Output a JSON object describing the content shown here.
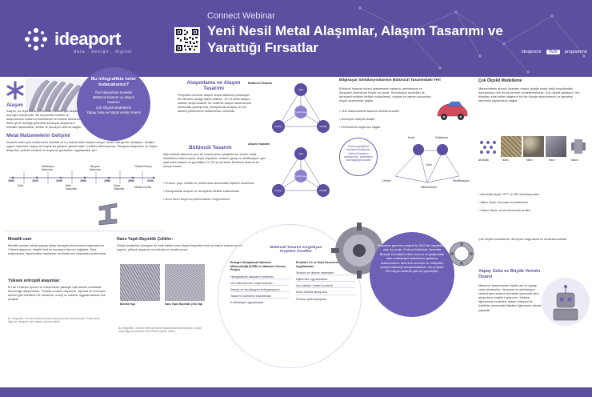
{
  "header": {
    "kicker": "Connect Webinar",
    "title": "Yeni Nesil Metal Alaşımlar, Alaşım Tasarımı ve Yarattığı Fırsatlar",
    "logo_text": "ideaport",
    "logo_sub": "data . design . digital",
    "brand_left": "ideaport.tr",
    "brand_badge": "TÜV",
    "brand_right": "programme"
  },
  "intro": {
    "title": "Alaşım",
    "text": "Alaşım, iki veya daha çok metalin birbirleriyle oluşan homojen karışımıdır. Bu karışımlar metalin ve alaşımlarının kullanım özelliklerini ve fiziksel farklarını daha iyi bir özelliğe getirmek amacıyla oluşturulur; metaller dayanıklılık, sertlik ve korozyon direnci sağlar."
  },
  "history": {
    "title": "Metal Malzemelerin Gelişimi",
    "text": "İnsanlık tarihi yeni malzemeler tarihidir ve bu malzemeleri büyük barışın neden olduğu bir dönüşüm. Gelişim uygun malzeme arayışı ile büyük bir gelişme göstermiştir; Çelikten alüminyuma, Titanyum alaşımları ve Süper alaşımlar, yüksek sıcaklık ve dayanım gerektiren uygulamalar için.",
    "years": [
      "1900",
      "1920",
      "1940",
      "1960",
      "1980",
      "2000",
      "2020"
    ],
    "events": [
      "Çelik",
      "Alüminyum Alaşımları",
      "Nikel Alaşımları",
      "Titanyum Alaşımları",
      "Süper Alaşımlar",
      "Yüksek Entropi",
      "Metalik Camlar"
    ]
  },
  "bubble": {
    "title": "Bu infografikte neler bulacaksınız?",
    "items": [
      "Özel alaşımlara örnekler",
      "Bütüncül tasarım ve alaşım tasarımı",
      "Çok Ölçekli Modelleme",
      "Yapay zeka ve büyük verinin önemi"
    ]
  },
  "design": {
    "title": "Alaşımlama ve Alaşım Tasarımı",
    "text": "Periyodik cetvelde alaşım oluşturabilecek potansiyel 40 element olduğu kabul edilirse, 10^13 farklı alaşım sistemi oluşturulabilir; bu nedenle alaşım tasarımında sistematik yaklaşımlar, hesaplamalı araçlar ve veri tabanlı yöntemlerin kullanılması önemlidir.",
    "title2": "Bütüncül Tasarım",
    "text2": "Mühendislik alanında yeni bir malzemenin geliştirilmesi süreci; keşif, özelliklerin belirlenmesi, ölçek büyütme, üretime geçiş ve sertifikasyon gibi aşamaları kapsar ve genellikle 10–20 yıl sürebilir. Bütüncül tasarım bu süreyi kısaltır.",
    "bullets": [
      "Proses, yapı, özellik ve performans arasındaki ilişkinin kurulması",
      "Hesaplamalı araçlar ve deneylerin birlikte kullanılması",
      "Ürün ömrü boyunca performansın öngörülmesi"
    ]
  },
  "triangle1": {
    "label": "Bütüncül Tasarım",
    "top": "Yapı",
    "center": "Performans",
    "left": "Proses",
    "right": "Özellik"
  },
  "triangle2": {
    "label": "Alaşım Tasarımı",
    "top": "Yapı",
    "center": "Performans",
    "left": "Proses",
    "right": "Özellik"
  },
  "simulation": {
    "title": "Bilgisayar Simülasyonlarının Bütüncül Tasarımdaki Yeri",
    "text": "Bütüncül tasarım süreci malzemenin tasarım, performans ve döngüsel üretiminde büyük rol oynar. Simülasyon modelleri ve deneysel verilerin birlikte kullanılması, maliyet ve zaman açısından büyük kazanımlar sağlar.",
    "bullets": [
      "Yeni malzemelerin tasarım süresini kısaltır",
      "Deneysel maliyeti azaltır",
      "Performans öngörüsü sağlar"
    ],
    "callout": "Proses geliştirme süresince kullanılan bütüncül tasarım yaklaşımları, sistemlerin karmaşıklığını azaltır",
    "loop": [
      "Keşif",
      "Geliştirme",
      "Üretim",
      "Nitelendirme",
      "Sertifikasyon",
      "Ürün"
    ]
  },
  "multiscale": {
    "title": "Çok Ölçekli Modelleme",
    "text": "Malzemelerin atomik ölçekten makro ölçeğe kadar farklı boyutlardaki davranışının tek bir çerçevede modellenmesidir. Çok ölçekli yaklaşım, her ölçekten elde edilen bilgilerin bir üst ölçeğe aktarılmasını ve gerçekçi tahminler yapılmasını sağlar.",
    "scales": [
      "Atomistik",
      "Nano",
      "Mikro",
      "Mezo",
      "Makro"
    ],
    "bullets": [
      "Atomistik ölçek: DFT ve MD simülasyonları",
      "Mikro ölçek: faz alanı modellemesi",
      "Makro ölçek: sonlu elemanlar analizi"
    ],
    "note": "Çok ölçekli modelleme, deneysel doğrulama ile desteklenmelidir."
  },
  "metallic_glass": {
    "title": "Metalik cam",
    "text": "Metalik camlar, kristal yapıya sahip olmayan amorf metal alaşımlarıdır. Yüksek dayanım, elastik limit ve korozyon direnci sağlarlar. Spor ekipmanları, biyomedikal implantlar ve elektronik cihazlarda kullanılırlar."
  },
  "high_entropy": {
    "title": "Yüksek entropili alaşımlar:",
    "text": "En az 5 bileşen içeren ve bileşenlerin yaklaşık eşit atomik oranlarda bulunduğu alaşımlardır. Yüksek sıcaklık dayanımı, aşınma ve korozyon direnci gibi özellikleri ile havacılık, enerji ve nükleer uygulamalarda öne çıkarlar."
  },
  "nano": {
    "title": "Nano Yapılı Bayınitik Çelikler:",
    "text": "Düşük sıcaklıkta dönüşüm ile elde edilen nano ölçekli bayınitik ferrit ve kalıntı östenit içeren yapılar; yüksek dayanım ve tokluğu bir arada sunar.",
    "img1": "Bainitik Yapı",
    "img2": "Nano Yapılı Bayinitik Çelik Yapı"
  },
  "projects": {
    "title": "Bütüncül Tasarım Vurgulayan Projelere Örnekler",
    "col1_title": "Entegre Hesaplamalı Malzeme Mühendisliği (ICME) ve Malzeme Genom Projesi",
    "col1": [
      "Hesaplamalı araçların kullanımı",
      "Veri tabanlarının oluşturulması",
      "Deney ve simülasyon entegrasyonu",
      "Tasarım süresinin kısaltılması",
      "Endüstriyel uygulamalar"
    ],
    "col2_title": "Endüstri 4.0 ve Sınai Nesnelerin İnterneti Uygulamaları",
    "col2": [
      "Sensör ve izleme sistemleri",
      "Dijital ikiz uygulamaları",
      "Veri tabanlı üretim kontrolü",
      "Akıllı fabrika altyapıları",
      "Proses optimizasyonu"
    ]
  },
  "note": {
    "text": "Bu infografik, Connect Webinar serisi kapsamında hazırlanmıştır. Daha fazla bilgi için ideaport web sitesini ziyaret ediniz."
  },
  "genome": {
    "text": "Malzeme genomu projesi ile 2011'de başlatılmış olan bu proje, Federal hükümet, Amerika Birleşik Devletleri'ndeki mevcut ve gelişmekte olan endüstriyel sektörlerde gelişmiş malzemelerin bulunma süresini ve maliyetini yarıya indirmeyi amaçlamaktadır. Bu projede 250 milyon dolarlık yatırım yapılmıştır."
  },
  "ai": {
    "title": "Yapay Zeka ve Büyük Verinin Önemi",
    "text": "Malzeme tasarımında büyük veri ve yapay zeka yöntemleri, deneysel ve simülasyon verilerinden anlamlı örüntüler çıkararak yeni alaşımların keşfini hızlandırır. Makine öğrenmesi modelleri, alaşım bileşimi ile özellikler arasındaki ilişkileri öğrenerek tahmin yapabilir."
  },
  "colors": {
    "primary": "#5d4f9f",
    "bubble": "#6f5fb5",
    "accent": "#7e6fc4"
  }
}
